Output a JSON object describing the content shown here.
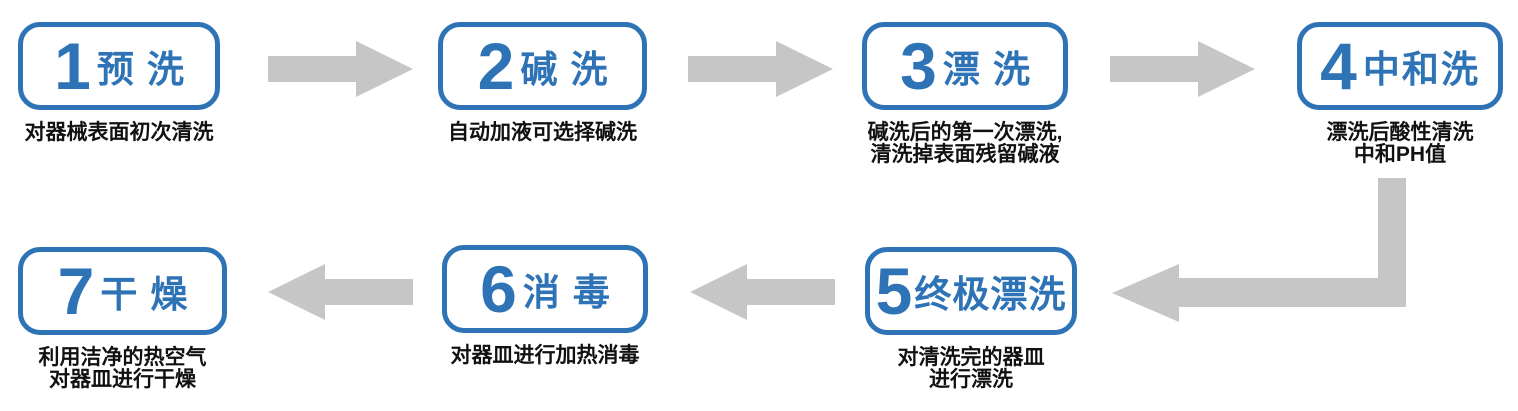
{
  "colors": {
    "accent": "#2d73b6",
    "arrow": "#c6c6c6",
    "text": "#111111",
    "background": "#ffffff"
  },
  "steps": [
    {
      "number": "1",
      "title": "预洗",
      "caption": [
        "对器械表面初次清洗"
      ]
    },
    {
      "number": "2",
      "title": "碱洗",
      "caption": [
        "自动加液可选择碱洗"
      ]
    },
    {
      "number": "3",
      "title": "漂洗",
      "caption": [
        "碱洗后的第一次漂洗,",
        "清洗掉表面残留碱液"
      ]
    },
    {
      "number": "4",
      "title": "中和洗",
      "caption": [
        "漂洗后酸性清洗",
        "中和PH值"
      ]
    },
    {
      "number": "5",
      "title": "终极漂洗",
      "caption": [
        "对清洗完的器皿",
        "进行漂洗"
      ]
    },
    {
      "number": "6",
      "title": "消毒",
      "caption": [
        "对器皿进行加热消毒"
      ]
    },
    {
      "number": "7",
      "title": "干燥",
      "caption": [
        "利用洁净的热空气",
        "对器皿进行干燥"
      ]
    }
  ]
}
